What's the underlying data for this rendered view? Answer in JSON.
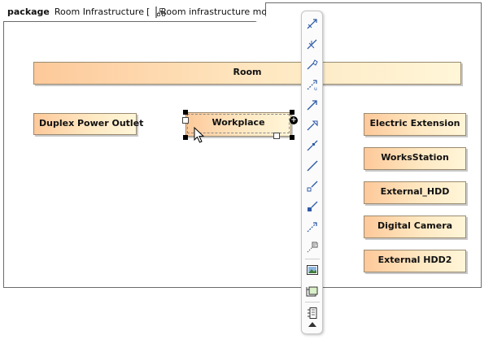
{
  "frame": {
    "keyword": "package",
    "name": "Room Infrastructure",
    "open_bracket": "[",
    "diagram_name": "Room infrastructure model",
    "close_bracket": "]"
  },
  "blocks": {
    "room": "Room",
    "duplex_power_outlet": "Duplex Power Outlet",
    "workplace": "Workplace",
    "electric_extension": "Electric Extension",
    "works_station": "WorksStation",
    "external_hdd": "External_HDD",
    "digital_camera": "Digital Camera",
    "external_hdd2": "External HDD2"
  },
  "selection": {
    "add_symbol": "+"
  },
  "toolbar": {
    "tools": [
      "association-tool-icon",
      "directed-association-tool-icon",
      "aggregation-tool-icon",
      "dependency-tool-icon",
      "directed-composition-tool-icon",
      "generalization-tool-icon",
      "composition-tool-icon",
      "line-tool-icon",
      "directed-aggregation-tool-icon",
      "directed-composition-end-tool-icon",
      "usage-tool-icon",
      "anchor-note-tool-icon",
      "image-tool-icon",
      "part-tool-icon",
      "port-tool-icon",
      "collapse-toolbar-icon"
    ]
  },
  "colors": {
    "block_left": "#fdc99a",
    "block_right": "#fff6d8",
    "toolbar_accent": "#2e5ba8"
  }
}
